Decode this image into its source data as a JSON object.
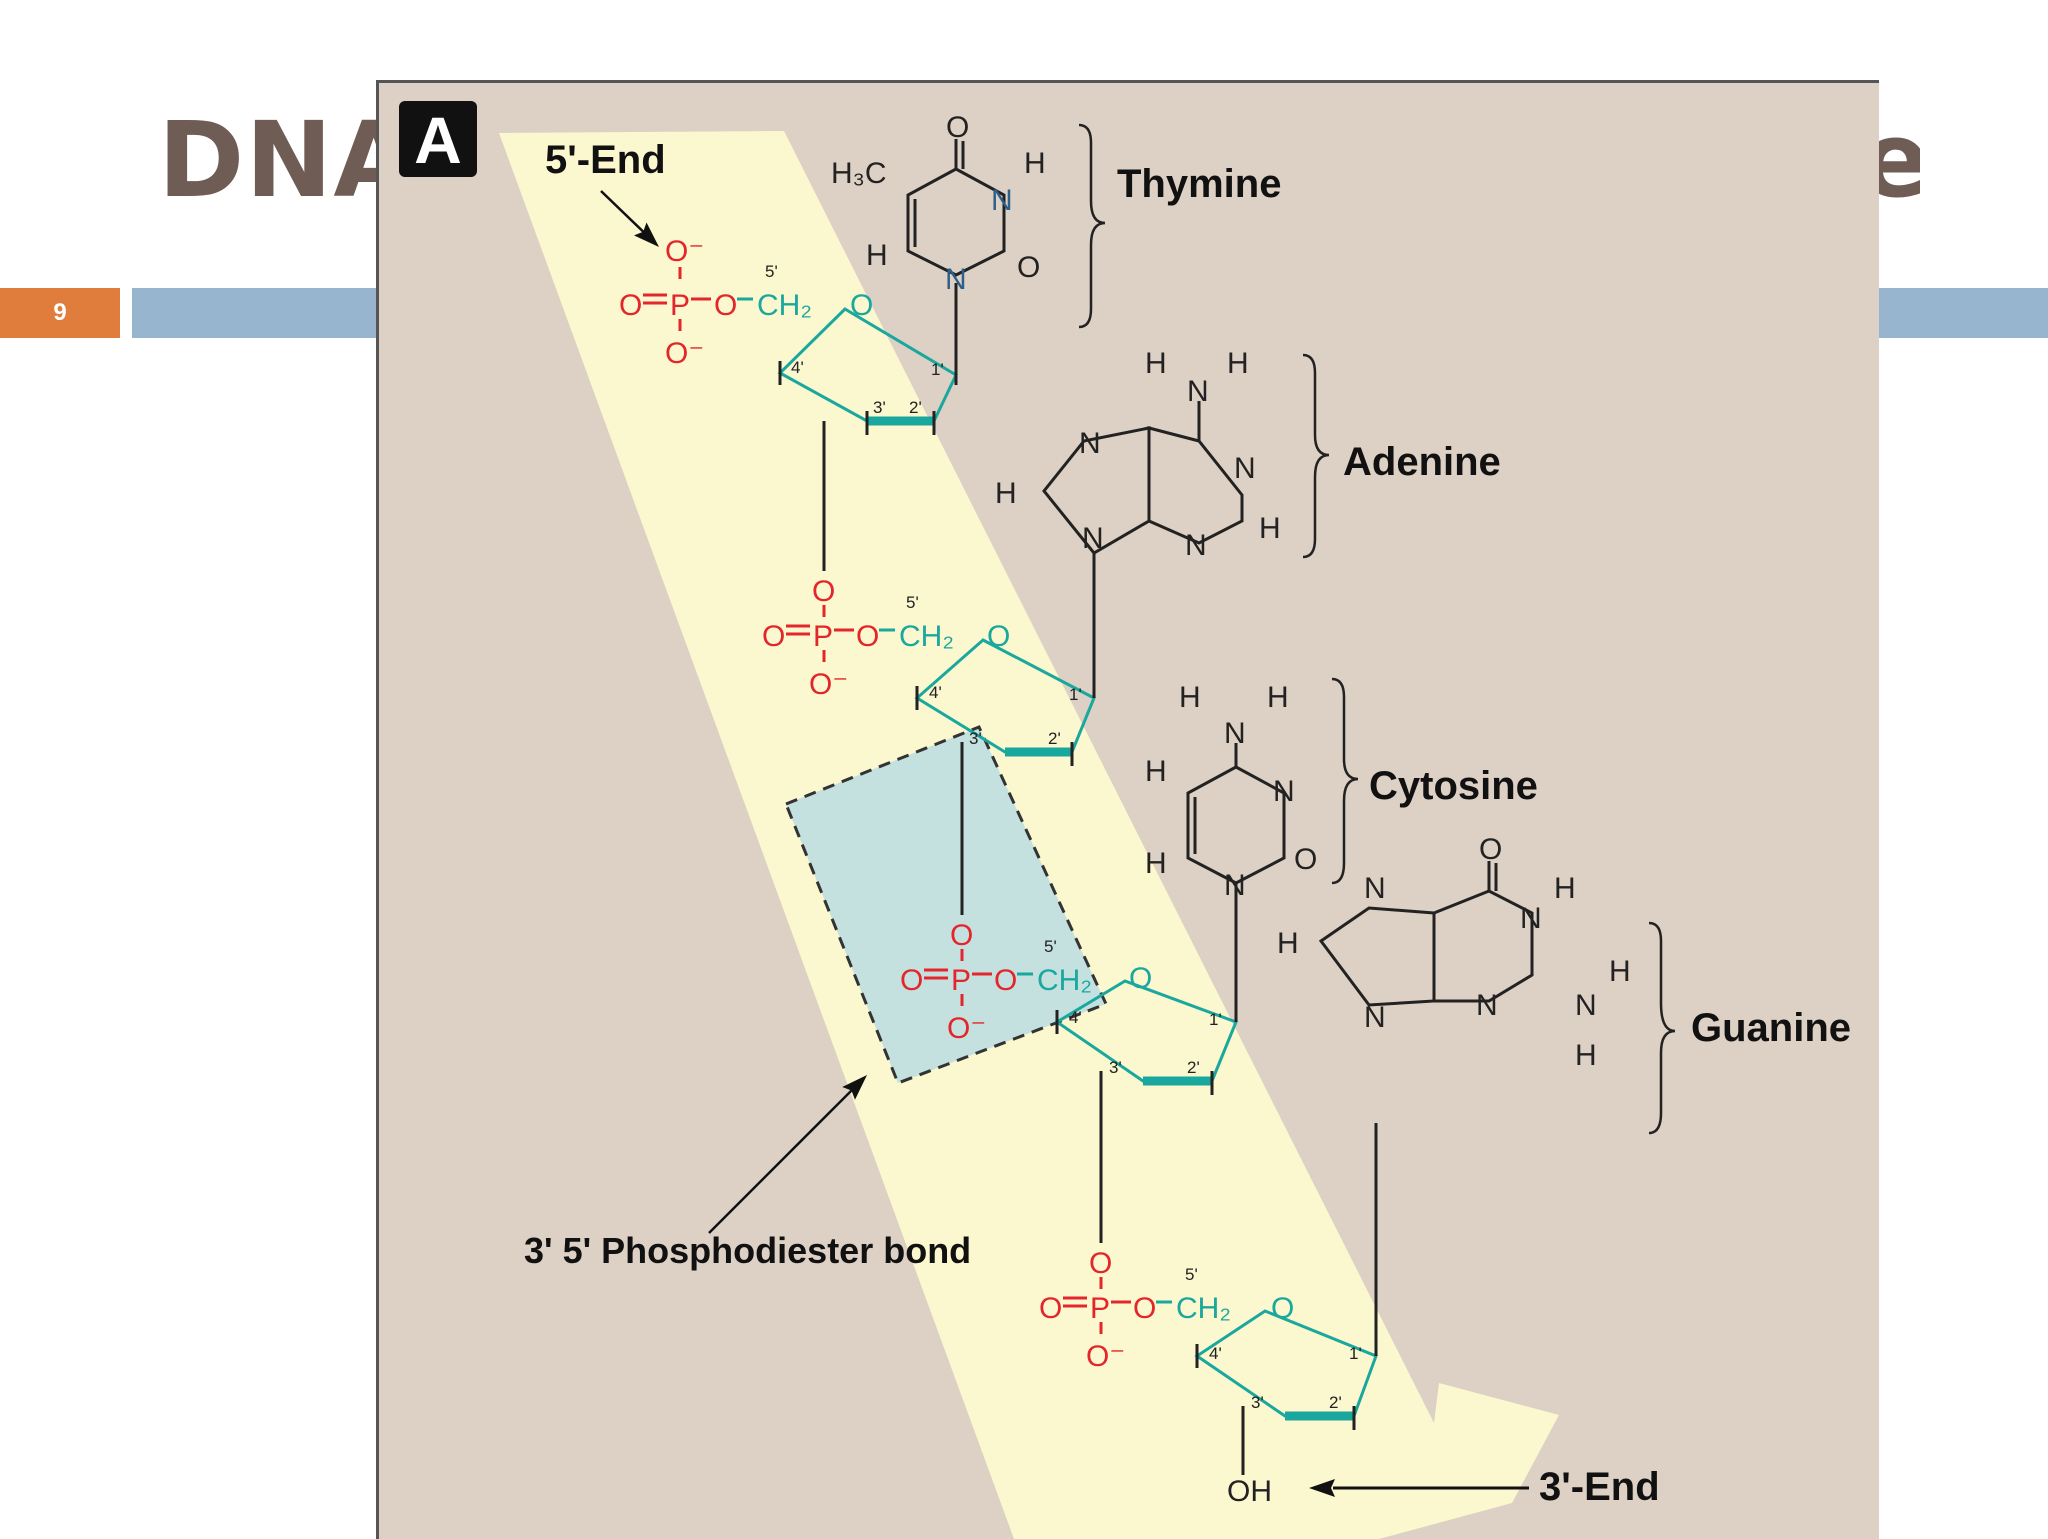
{
  "slide": {
    "title_left": "DNA",
    "title_right": "e",
    "number": "9"
  },
  "figure": {
    "panel_label": "A",
    "five_end": "5'-End",
    "three_end": "3'-End",
    "bond_label": "3' 5' Phosphodiester bond",
    "bases": [
      "Thymine",
      "Adenine",
      "Cytosine",
      "Guanine"
    ],
    "oh_label": "OH",
    "atoms": {
      "O": "O",
      "O_minus": "O⁻",
      "P": "P",
      "CH2": "CH₂",
      "N": "N",
      "H": "H",
      "H3C": "H₃C"
    },
    "primes": {
      "p1": "1'",
      "p2": "2'",
      "p3": "3'",
      "p4": "4'",
      "p5": "5'"
    }
  },
  "colors": {
    "title": "#6f5d55",
    "slide_number_bg": "#e07d3c",
    "rule": "#98b5cf",
    "figure_bg": "#ddd0c4",
    "band": "#fbf7cf",
    "bond_box": "#c4e1df",
    "phosphate": "#e3262c",
    "sugar": "#1aa79e"
  }
}
